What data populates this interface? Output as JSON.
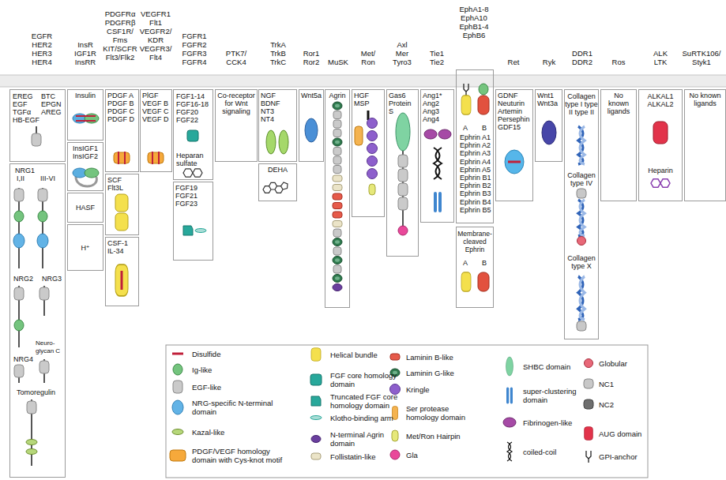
{
  "diagram": {
    "nodes": [
      {
        "text": [
          "EREG",
          "EGF",
          "TGFα",
          "HB-EGF",
          "BTC",
          "EPGN",
          "AREG"
        ]
      },
      {
        "text": [
          "NRG1",
          "I,II",
          "III-VI",
          "NRG2",
          "NRG3",
          "NRG4",
          "Neuro-glycan C",
          "Tomoregulin"
        ]
      },
      {
        "text": [
          "Insulin"
        ]
      },
      {
        "text": [
          "InsIGF1",
          "InsIGF2"
        ]
      },
      {
        "text": [
          "HASF"
        ]
      },
      {
        "text": [
          "H⁺"
        ]
      },
      {
        "text": [
          "PDGF A",
          "PDGF B",
          "PDGF C",
          "PDGF D"
        ]
      },
      {
        "text": [
          "SCF",
          "Flt3L"
        ]
      },
      {
        "text": [
          "CSF-1",
          "IL-34"
        ]
      },
      {
        "text": [
          "PlGF",
          "VEGF B",
          "VEGF C",
          "VEGF D"
        ]
      },
      {
        "text": [
          "FGF1-14",
          "FGF16-18",
          "FGF20",
          "FGF22",
          "Heparan sulfate"
        ]
      },
      {
        "text": [
          "FGF19",
          "FGF21",
          "FGF23"
        ]
      },
      {
        "text": [
          "Co-receptor for Wnt signaling"
        ]
      },
      {
        "text": [
          "NGF",
          "BDNF",
          "NT3",
          "NT4"
        ]
      },
      {
        "text": [
          "DEHA"
        ]
      },
      {
        "text": [
          "Wnt5a"
        ]
      },
      {
        "text": [
          "Agrin"
        ]
      },
      {
        "text": [
          "HGF",
          "MSP"
        ]
      },
      {
        "text": [
          "Gas6",
          "Protein S"
        ]
      },
      {
        "text": [
          "Ang1*",
          "Ang2",
          "Ang3",
          "Ang4"
        ]
      },
      {
        "text": [
          "A",
          "B",
          "Ephrin A1",
          "Ephrin A2",
          "Ephrin A3",
          "Ephrin A4",
          "Ephrin A5",
          "Ephrin B1",
          "Ephrin B2",
          "Ephrin B3",
          "Ephrin B4",
          "Ephrin B5"
        ]
      },
      {
        "text": [
          "Membrane-cleaved Ephrin",
          "A",
          "B"
        ]
      },
      {
        "text": [
          "GDNF",
          "Neuturin",
          "Artemin",
          "Persephin",
          "GDF15"
        ]
      },
      {
        "text": [
          "Wnt1",
          "Wnt3a"
        ]
      },
      {
        "text": [
          "Collagen type I type II type II",
          "Collagen type IV",
          "Collagen type X"
        ]
      },
      {
        "text": [
          "No known ligands"
        ]
      },
      {
        "text": [
          "ALKAL1",
          "ALKAL2",
          "Heparin"
        ]
      },
      {
        "text": [
          "No known ligands"
        ]
      }
    ],
    "labels": [
      "EGFR",
      "HER2",
      "HER3",
      "HER4",
      "InsR",
      "IGF1R",
      "InsRR",
      "PDGFRα",
      "PDGFRβ",
      "CSF1R/ Fms",
      "KIT/SCFR",
      "Flt3/Flk2",
      "VEGFR1",
      "Flt1",
      "VEGFR2/ KDR",
      "VEGFR3/ Flt4",
      "FGFR1",
      "FGFR2",
      "FGFR3",
      "FGFR4",
      "PTK7/ CCK4",
      "TrkA",
      "TrkB",
      "TrkC",
      "Ror1",
      "Ror2",
      "MuSK",
      "Met/ Ron",
      "Axl",
      "Mer",
      "Tyro3",
      "Tie1",
      "Tie2",
      "EphA1-8",
      "EphA10",
      "EphB1-4",
      "EphB6",
      "Ret",
      "Ryk",
      "DDR1",
      "DDR2",
      "Ros",
      "ALK",
      "LTK",
      "SuRTK106/ Styk1"
    ],
    "legend": [
      {
        "text": "Disulfide"
      },
      {
        "text": "Ig-like"
      },
      {
        "text": "EGF-like"
      },
      {
        "text": "NRG-specific N-terminal domain"
      },
      {
        "text": "Kazal-like"
      },
      {
        "text": "PDGF/VEGF homology domain with Cys-knot motif"
      },
      {
        "text": "Helical bundle"
      },
      {
        "text": "FGF core homology domain"
      },
      {
        "text": "Truncated FGF core homology domain"
      },
      {
        "text": "Klotho-binding arm"
      },
      {
        "text": "N-terminal Agrin domain"
      },
      {
        "text": "Follistatin-like"
      },
      {
        "text": "Laminin B-like"
      },
      {
        "text": "Laminin G-like"
      },
      {
        "text": "Kringle"
      },
      {
        "text": "Ser protease homology domain"
      },
      {
        "text": "Met/Ron Hairpin"
      },
      {
        "text": "Gla"
      },
      {
        "text": "SHBC domain"
      },
      {
        "text": "super-clustering domain"
      },
      {
        "text": "Fibrinogen-like"
      },
      {
        "text": "coiled-coil"
      },
      {
        "text": "Globular"
      },
      {
        "text": "NC1"
      },
      {
        "text": "NC2"
      },
      {
        "text": "AUG domain"
      },
      {
        "text": "GPI-anchor"
      }
    ]
  }
}
